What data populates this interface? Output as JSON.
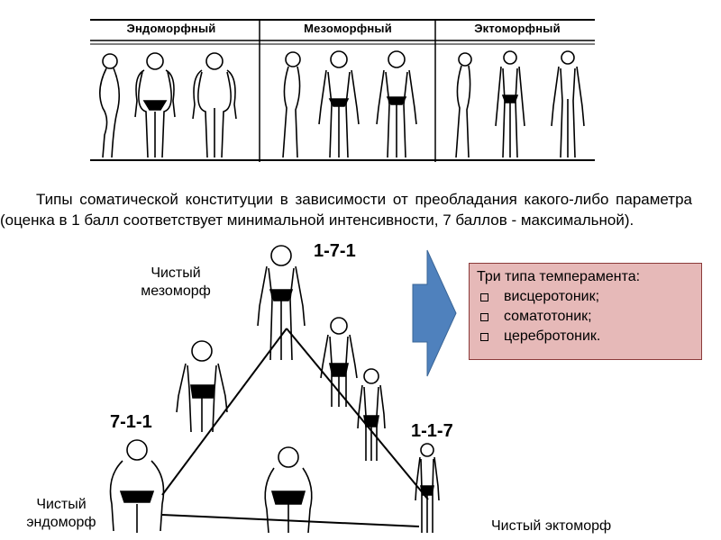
{
  "header": {
    "col1": "Эндоморфный",
    "col2": "Мезоморфный",
    "col3": "Эктоморфный"
  },
  "caption": "Типы соматической конституции в зависимости от преобладания какого-либо параметра (оценка в 1 балл соответствует минимальной интенсивности, 7 баллов - максимальной).",
  "triangle": {
    "top_label_line1": "Чистый",
    "top_label_line2": "мезоморф",
    "top_code": "1-7-1",
    "left_code": "7-1-1",
    "right_code": "1-1-7",
    "bottom_left_line1": "Чистый",
    "bottom_left_line2": "эндоморф",
    "bottom_right": "Чистый эктоморф"
  },
  "temperament": {
    "title": "Три типа темперамента:",
    "items": [
      "висцеротоник;",
      "соматотоник;",
      "церебротоник."
    ]
  },
  "colors": {
    "arrow_fill": "#4f81bd",
    "box_fill": "#e6b9b8",
    "box_border": "#8b3a3a"
  }
}
